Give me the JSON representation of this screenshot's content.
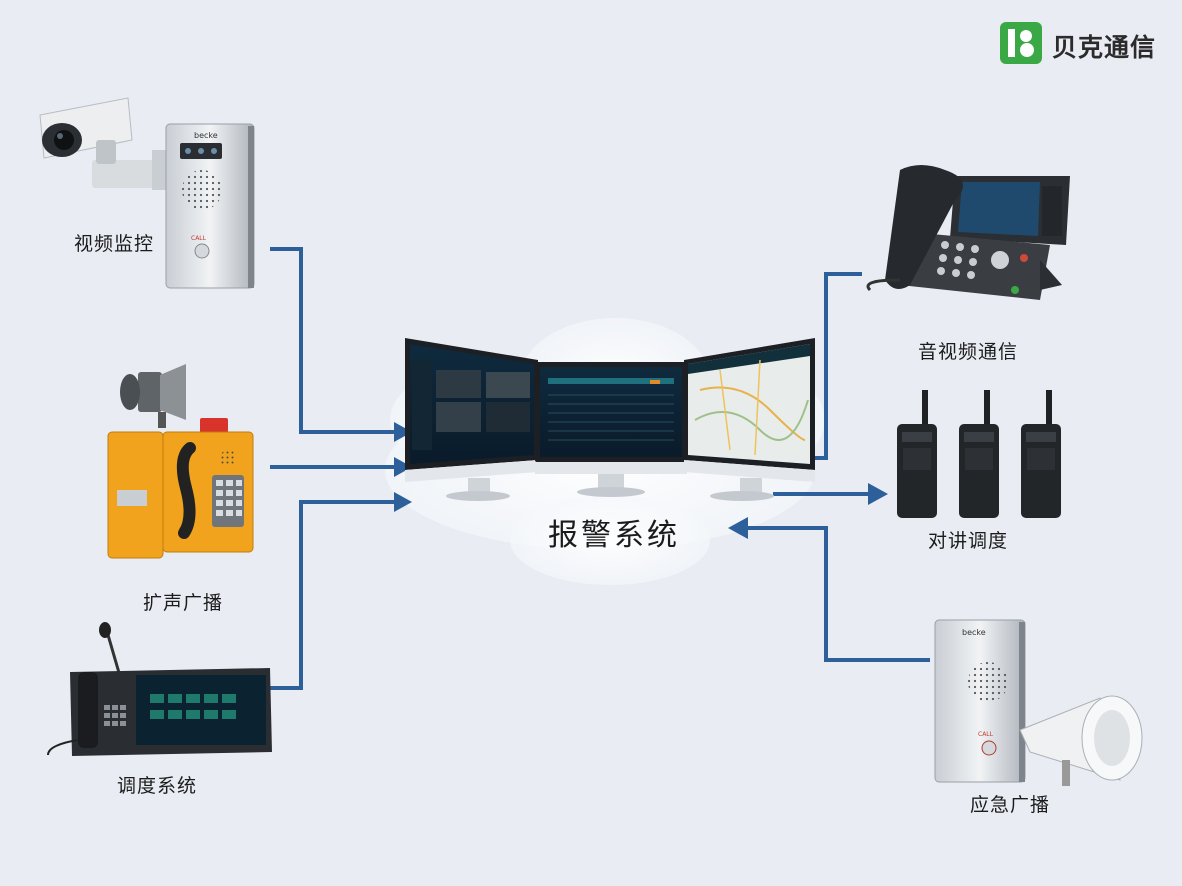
{
  "logo": {
    "text": "贝克通信",
    "color": "#3aa845"
  },
  "center": {
    "title": "报警系统"
  },
  "nodes": {
    "video": "视频监控",
    "broadcast": "扩声广播",
    "dispatch": "调度系统",
    "av": "音视频通信",
    "intercom": "对讲调度",
    "emergency": "应急广播"
  },
  "colors": {
    "connector": "#2d5f9a",
    "background": "#e9edf3"
  }
}
